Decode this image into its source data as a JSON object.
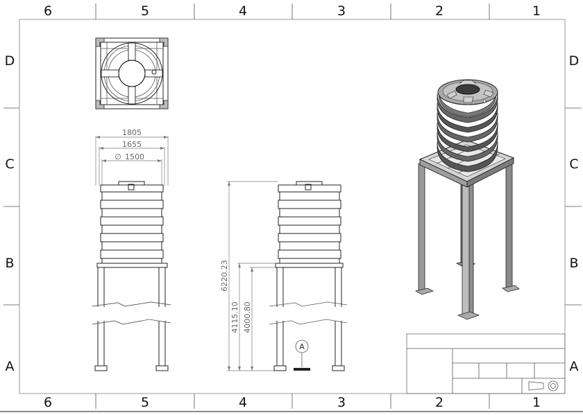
{
  "border": {
    "columns": [
      "6",
      "5",
      "4",
      "3",
      "2",
      "1"
    ],
    "rows": [
      "D",
      "C",
      "B",
      "A"
    ]
  },
  "dimensions": {
    "outer_width": "1805",
    "mid_width": "1655",
    "diameter": "1500",
    "diameter_symbol": "∅",
    "total_height": "6220.23",
    "stand_height_outer": "4115.10",
    "stand_height_inner": "4000.80"
  },
  "section_marker": "A"
}
